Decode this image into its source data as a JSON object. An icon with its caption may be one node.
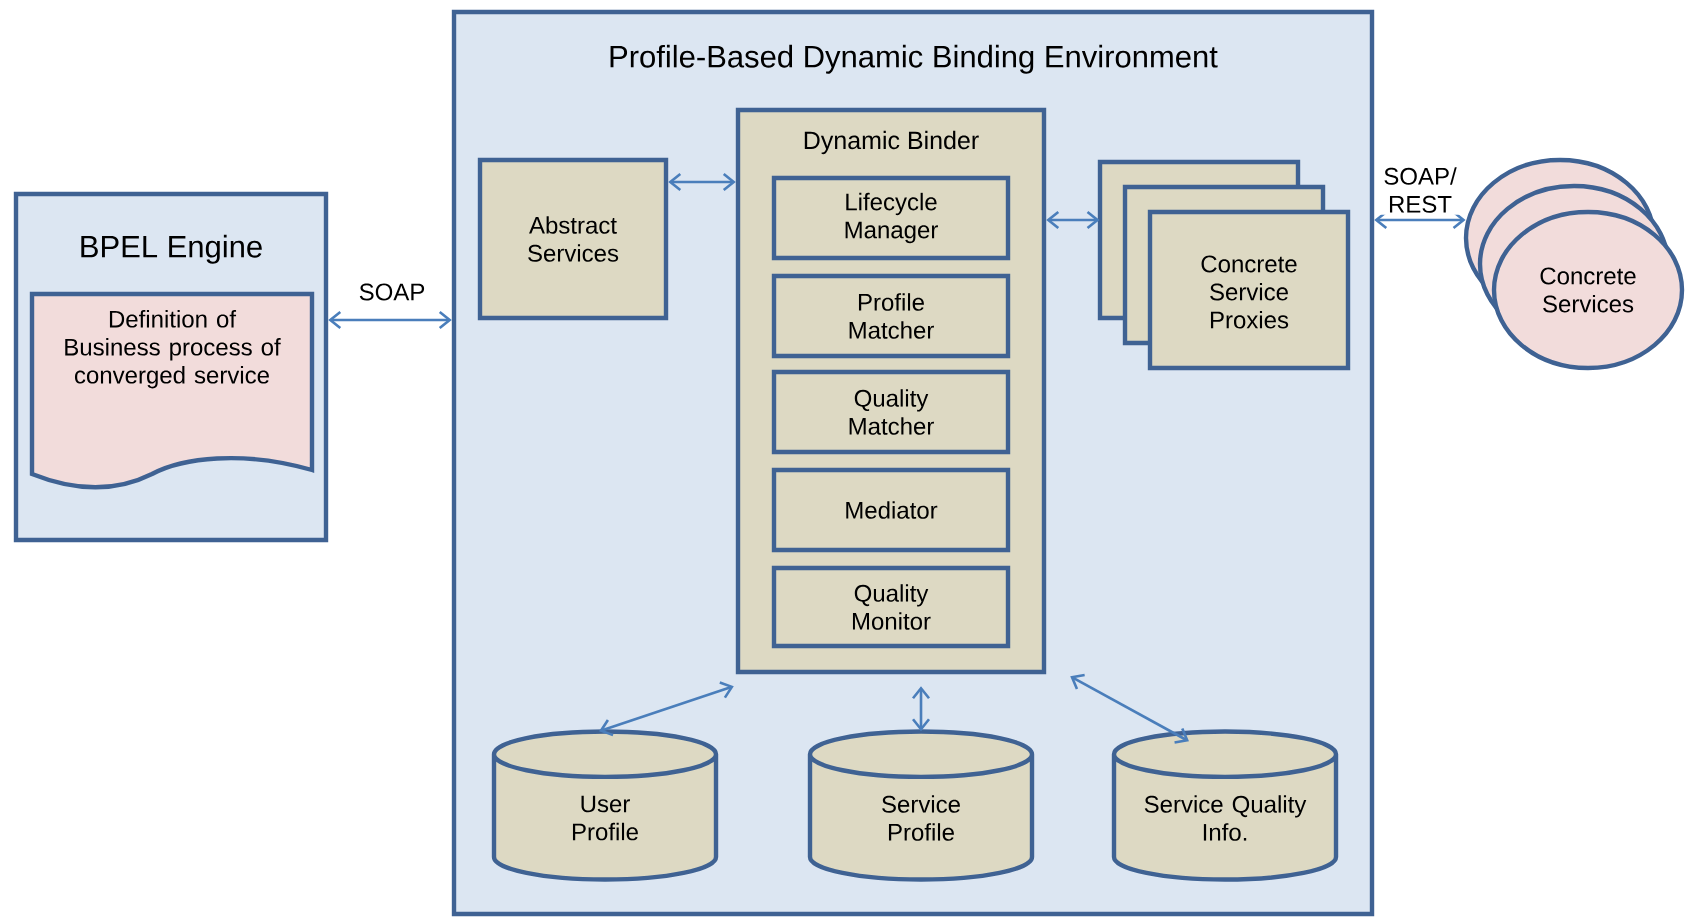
{
  "diagram": {
    "nodes": [
      {
        "text": [
          "BPEL Engine"
        ]
      },
      {
        "text": [
          "Definition of Business process of converged service"
        ],
        "in": 0
      },
      {
        "text": [
          "Profile-Based Dynamic Binding Environment"
        ]
      },
      {
        "text": [
          "Abstract Services"
        ],
        "in": 2
      },
      {
        "text": [
          "Dynamic Binder"
        ],
        "in": 2
      },
      {
        "text": [
          "Lifecycle Manager"
        ],
        "in": 4
      },
      {
        "text": [
          "Profile Matcher"
        ],
        "in": 4
      },
      {
        "text": [
          "Quality Matcher"
        ],
        "in": 4
      },
      {
        "text": [
          "Mediator"
        ],
        "in": 4
      },
      {
        "text": [
          "Quality Monitor"
        ],
        "in": 4
      },
      {
        "text": [
          "Concrete Service Proxies"
        ],
        "in": 2
      },
      {
        "text": [
          "User Profile"
        ],
        "in": 2
      },
      {
        "text": [
          "Service Profile"
        ],
        "in": 2
      },
      {
        "text": [
          "Service Quality Info."
        ],
        "in": 2
      },
      {
        "text": [
          "Concrete Services"
        ]
      }
    ],
    "edges": [
      {
        "from": 0,
        "to": 2,
        "arrow": "both",
        "label": "SOAP"
      },
      {
        "from": 3,
        "to": 4,
        "arrow": "both"
      },
      {
        "from": 4,
        "to": 10,
        "arrow": "both"
      },
      {
        "from": 2,
        "to": 14,
        "arrow": "both",
        "label": "SOAP/ REST"
      },
      {
        "from": 11,
        "to": 4,
        "arrow": "both"
      },
      {
        "from": 12,
        "to": 4,
        "arrow": "both"
      },
      {
        "from": 13,
        "to": 4,
        "arrow": "both"
      }
    ]
  }
}
